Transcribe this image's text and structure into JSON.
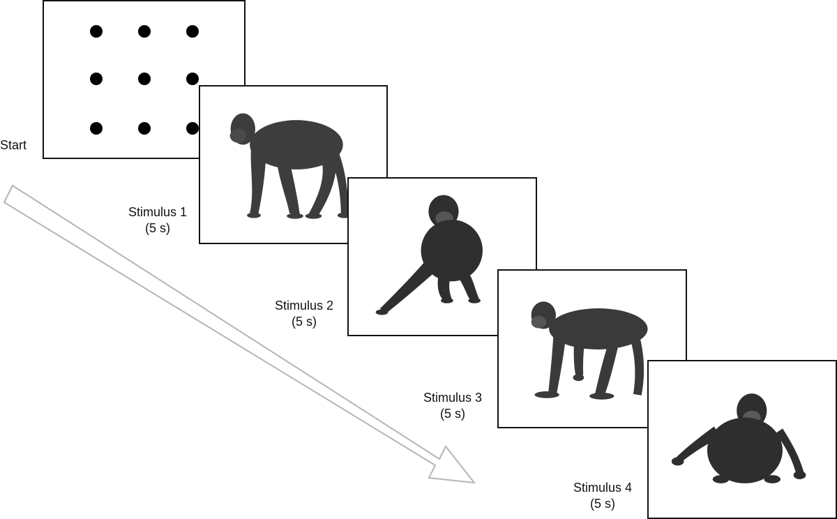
{
  "start": {
    "label": "Start"
  },
  "fixation": {
    "dots": 9
  },
  "stimuli": [
    {
      "title": "Stimulus 1",
      "duration": "(5 s)",
      "image": "chimpanzee-walking-image"
    },
    {
      "title": "Stimulus 2",
      "duration": "(5 s)",
      "image": "chimpanzee-sitting-image"
    },
    {
      "title": "Stimulus 3",
      "duration": "(5 s)",
      "image": "chimpanzee-standing-image"
    },
    {
      "title": "Stimulus 4",
      "duration": "(5 s)",
      "image": "chimpanzee-seated-front-image"
    }
  ],
  "colors": {
    "border": "#111111",
    "arrow": "#b5b5b5",
    "ape": "#3b3b3b"
  }
}
